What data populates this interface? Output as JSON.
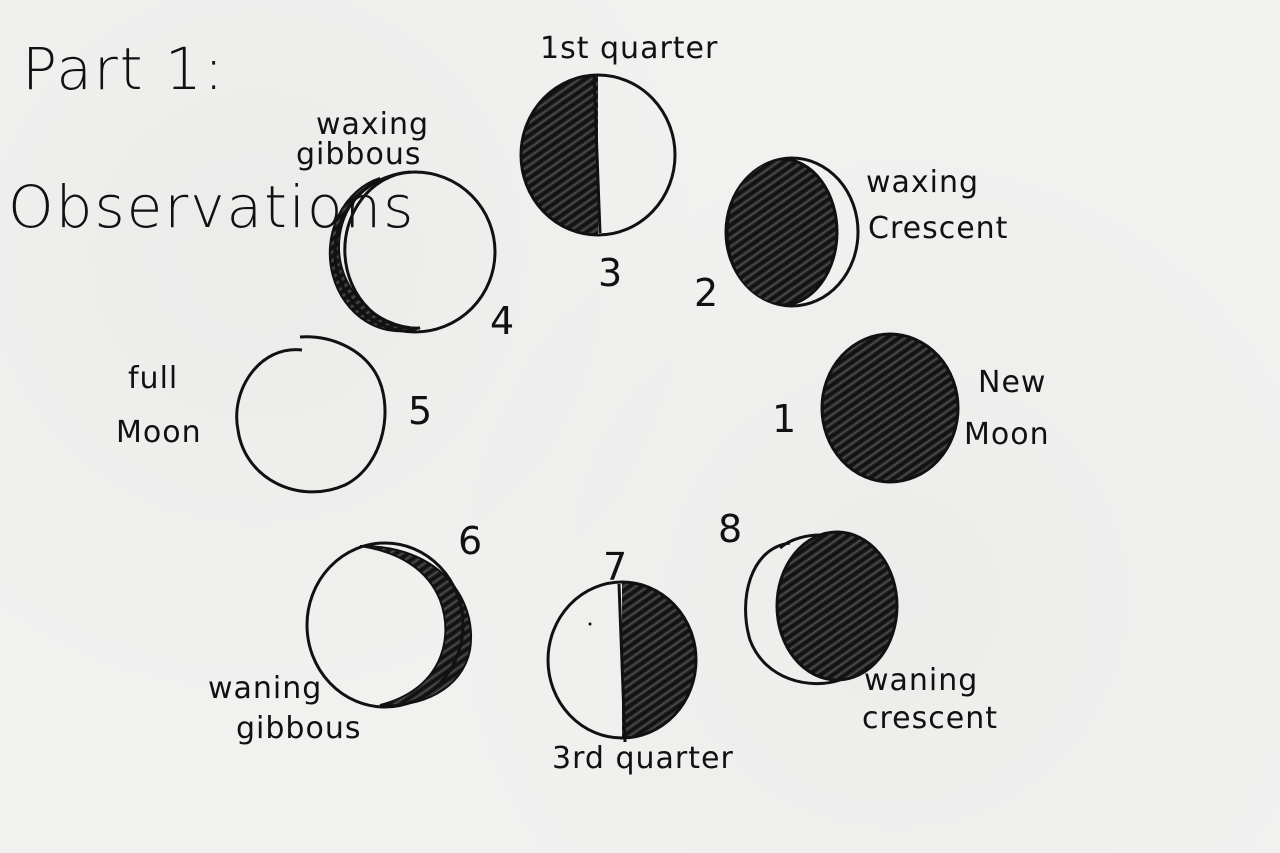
{
  "title": {
    "line1": "Part 1:",
    "line2": "Observations"
  },
  "phases": [
    {
      "number": "1",
      "name_line1": "New",
      "name_line2": "Moon"
    },
    {
      "number": "2",
      "name_line1": "waxing",
      "name_line2": "Crescent"
    },
    {
      "number": "3",
      "name_line1": "1st quarter",
      "name_line2": ""
    },
    {
      "number": "4",
      "name_line1": "waxing",
      "name_line2": "gibbous"
    },
    {
      "number": "5",
      "name_line1": "full",
      "name_line2": "Moon"
    },
    {
      "number": "6",
      "name_line1": "waning",
      "name_line2": "gibbous"
    },
    {
      "number": "7",
      "name_line1": "3rd quarter",
      "name_line2": ""
    },
    {
      "number": "8",
      "name_line1": "waning",
      "name_line2": "crescent"
    }
  ],
  "colors": {
    "paper": "#f1f1f0",
    "ink": "#111111"
  }
}
